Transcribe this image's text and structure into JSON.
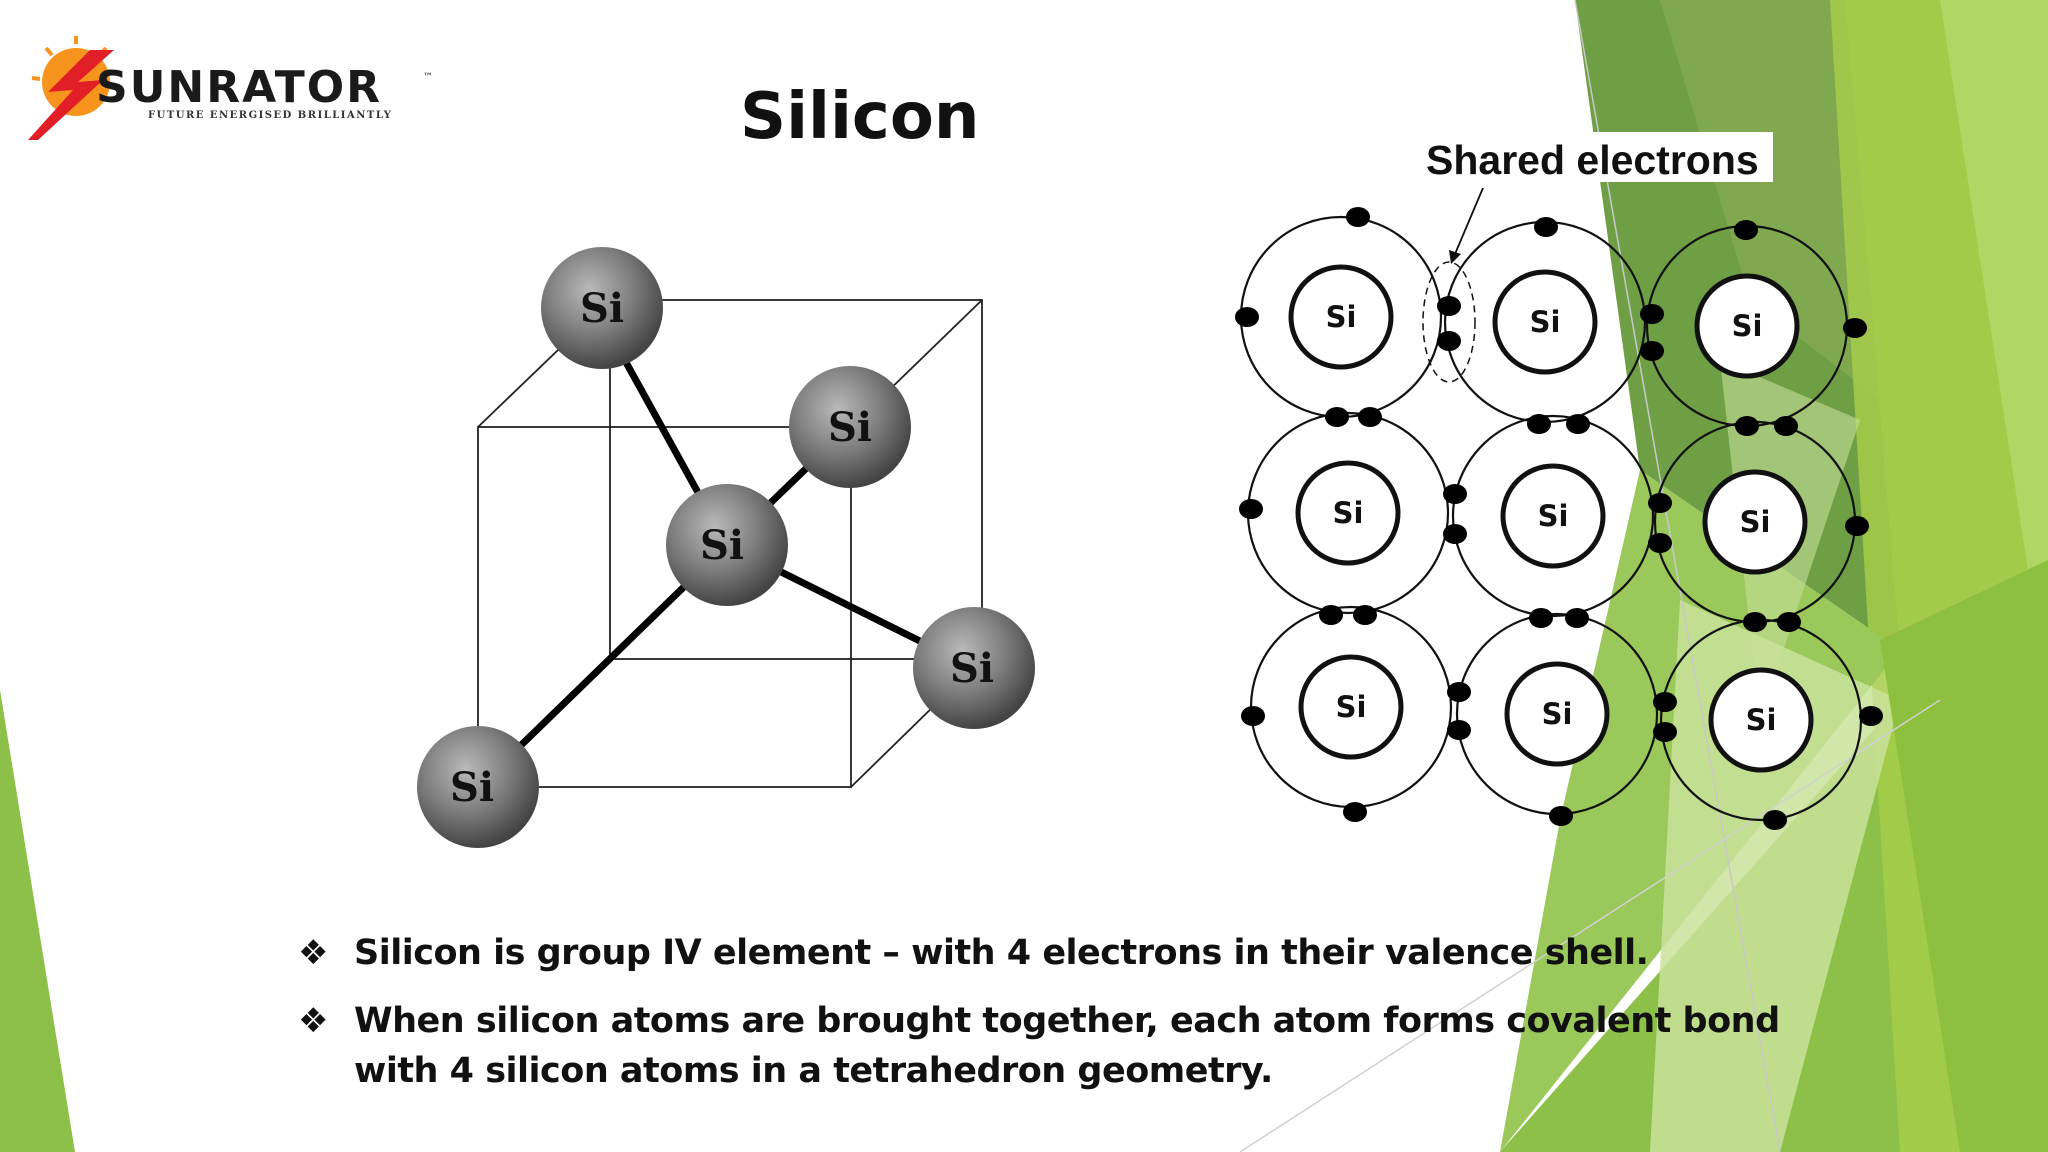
{
  "slide": {
    "title": "Silicon",
    "logo": {
      "text": "SUNRATOR",
      "tagline": "FUTURE ENERGISED BRILLIANTLY",
      "tm": "™"
    },
    "tetrahedron": {
      "atom_label": "Si"
    },
    "lattice": {
      "atom_label": "Si",
      "callout": "Shared electrons"
    },
    "bullets": [
      {
        "text": "Silicon is group IV element – with 4 electrons in their valence shell."
      },
      {
        "text": "When silicon atoms are brought together, each atom forms covalent bond with 4 silicon atoms in a tetrahedron geometry."
      }
    ],
    "bullet_icon": "four-diamond-icon",
    "colors": {
      "green_light": "#a6cc4a",
      "green_mid": "#7db443",
      "green_dark": "#5d9a2e",
      "logo_red": "#e21f26",
      "logo_orange": "#f7941d"
    }
  }
}
